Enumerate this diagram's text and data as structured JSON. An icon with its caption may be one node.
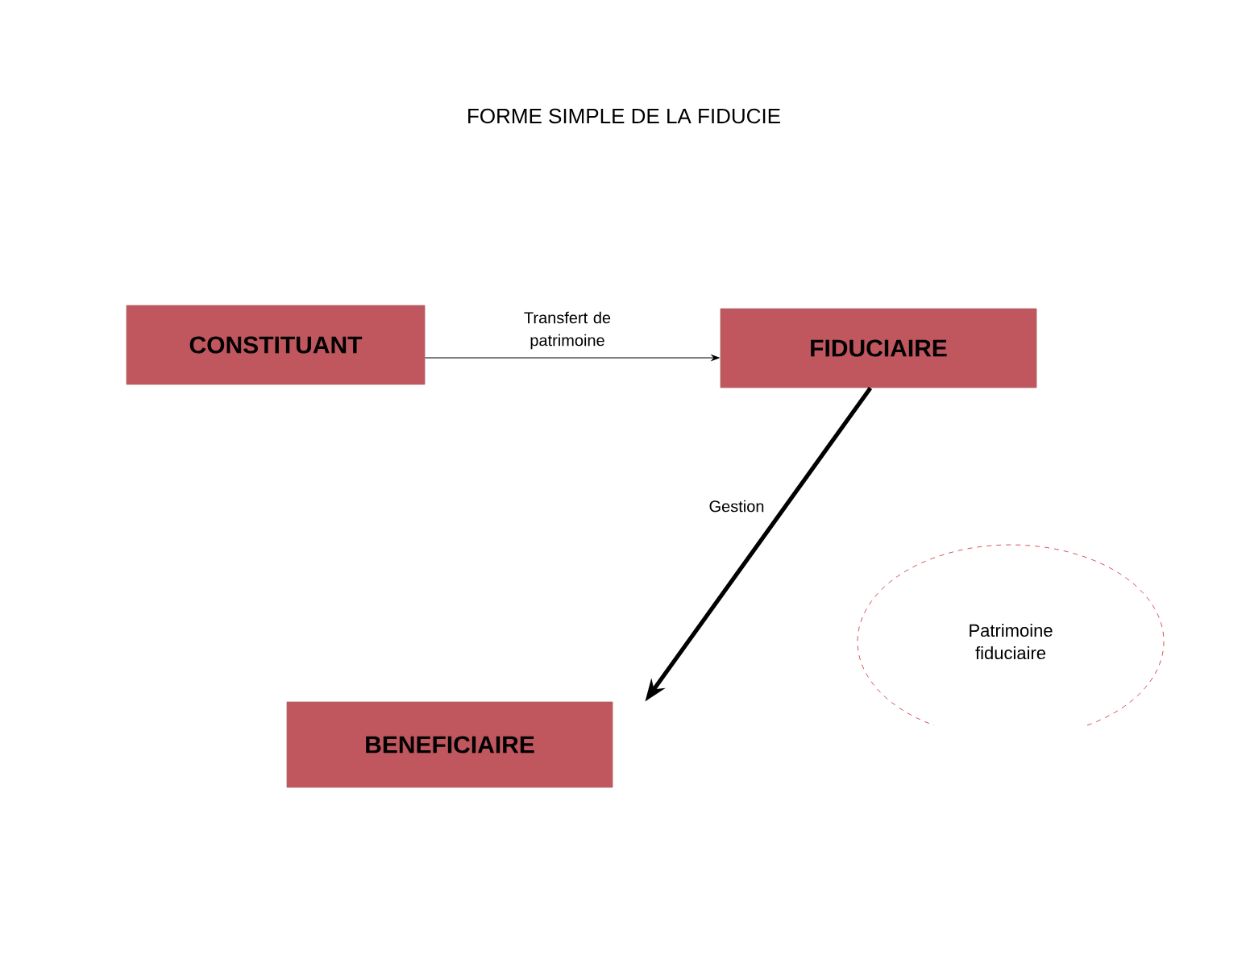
{
  "diagram": {
    "title": "FORME SIMPLE DE LA FIDUCIE",
    "nodes": [
      {
        "text": [
          "CONSTITUANT"
        ]
      },
      {
        "text": [
          "FIDUCIAIRE"
        ]
      },
      {
        "text": [
          "BENEFICIAIRE"
        ]
      },
      {
        "text": [
          "Patrimoine fiduciaire"
        ]
      }
    ],
    "edges": [
      {
        "from": 0,
        "to": 1,
        "arrow": "to",
        "label": "Transfert de patrimoine"
      },
      {
        "from": 1,
        "to": 2,
        "arrow": "to",
        "label": "Gestion",
        "style": "thick"
      }
    ]
  }
}
